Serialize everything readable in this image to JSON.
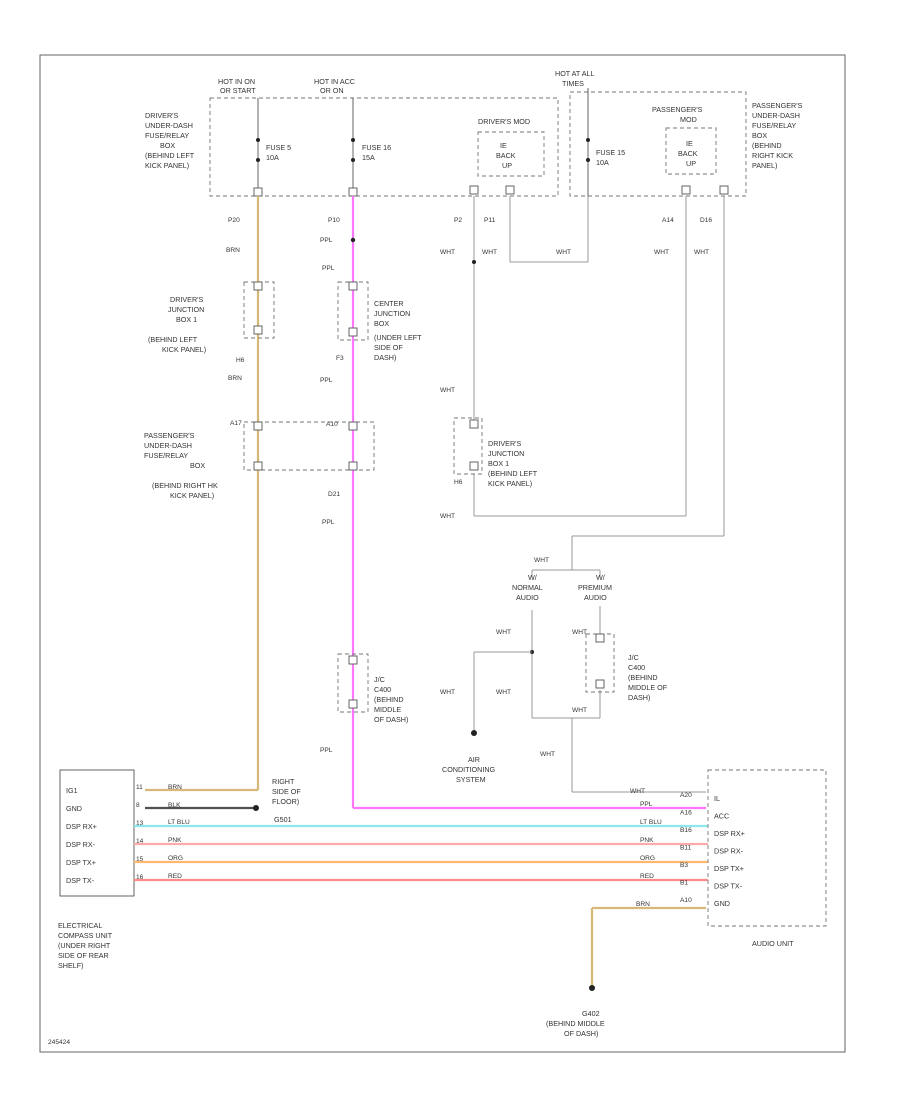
{
  "colors": {
    "brown": "#d8b878",
    "black": "#505050",
    "light_blue": "#8de8ee",
    "pink": "#ffaaaa",
    "orange": "#ffb870",
    "red": "#ff8c8c",
    "purple": "#ff77ff",
    "white_wire": "#9a9a9a"
  },
  "power": {
    "hot_run_start": [
      "HOT IN ON",
      "OR START"
    ],
    "hot_acc_run": [
      "HOT IN ACC",
      "OR ON"
    ],
    "hot_all_times": [
      "HOT AT ALL",
      "TIMES"
    ],
    "fuse5": [
      "FUSE 5",
      "10A"
    ],
    "fuse16": [
      "FUSE 16",
      "15A"
    ],
    "fuse15": [
      "FUSE 15",
      "10A"
    ]
  },
  "boxes": {
    "driver_fuse": [
      "DRIVER'S",
      "UNDER-DASH",
      "FUSE/RELAY",
      "BOX",
      "(BEHIND LEFT",
      "KICK PANEL)"
    ],
    "driver_mod": [
      "DRIVER'S MOD",
      "IE",
      "BACK",
      "UP"
    ],
    "pass_mod": [
      "PASSENGER'S",
      "MOD",
      "IE",
      "BACK",
      "UP"
    ],
    "pass_fuse_top": [
      "PASSENGER'S",
      "UNDER-DASH",
      "FUSE/RELAY",
      "BOX",
      "(BEHIND",
      "RIGHT KICK",
      "PANEL)"
    ],
    "driver_jb": [
      "DRIVER'S",
      "JUNCTION",
      "BOX 1",
      "(BEHIND LEFT",
      "KICK PANEL)"
    ],
    "center_jb": [
      "CENTER",
      "JUNCTION",
      "BOX",
      "(UNDER LEFT",
      "SIDE OF",
      "DASH)"
    ],
    "pass_fuse_mid": [
      "PASSENGER'S",
      "UNDER-DASH",
      "FUSE/RELAY",
      "BOX",
      "(BEHIND RIGHT HK",
      "KICK PANEL)"
    ],
    "driver_jb2": [
      "DRIVER'S",
      "JUNCTION",
      "BOX 1",
      "(BEHIND LEFT",
      "KICK PANEL)"
    ],
    "jc_left": [
      "J/C",
      "C400",
      "(BEHIND",
      "MIDDLE",
      "OF DASH)"
    ],
    "jc_right": [
      "J/C",
      "C400",
      "(BEHIND",
      "MIDDLE OF",
      "DASH)"
    ],
    "normal_audio": [
      "W/",
      "NORMAL",
      "AUDIO"
    ],
    "premium_audio": [
      "W/",
      "PREMIUM",
      "AUDIO"
    ],
    "ac_system": [
      "AIR",
      "CONDITIONING",
      "SYSTEM"
    ],
    "ground_right": [
      "RIGHT",
      "SIDE OF",
      "FLOOR)",
      "G501"
    ],
    "ground_bottom": [
      "G402",
      "(BEHIND MIDDLE",
      "OF DASH)"
    ]
  },
  "pins": {
    "p20": "P20",
    "p10": "P10",
    "p2": "P2",
    "p11": "P11",
    "a14": "A14",
    "d16": "D16",
    "h6": "H6",
    "f3": "F3",
    "a17": "A17",
    "a10": "A10",
    "d21": "D21",
    "h6b": "H6"
  },
  "wires": {
    "brn": "BRN",
    "ppl": "PPL",
    "wht": "WHT",
    "blk": "BLK",
    "lt_blu": "LT BLU",
    "pnk": "PNK",
    "org": "ORG",
    "red": "RED"
  },
  "ecu": {
    "pins": [
      "IG1",
      "GND",
      "DSP RX+",
      "DSP RX-",
      "DSP TX+",
      "DSP TX-"
    ],
    "pin_nums": [
      "11",
      "8",
      "13",
      "14",
      "15",
      "16"
    ],
    "title": [
      "ELECTRICAL",
      "COMPASS UNIT",
      "(UNDER RIGHT",
      "SIDE OF REAR",
      "SHELF)"
    ]
  },
  "audio": {
    "pins": [
      "IL",
      "ACC",
      "DSP RX+",
      "DSP RX-",
      "DSP TX+",
      "DSP TX-",
      "GND"
    ],
    "pin_nums": [
      "A20",
      "A16",
      "B16",
      "B11",
      "B3",
      "B1",
      "A10"
    ],
    "title": "AUDIO UNIT"
  },
  "code": "245424"
}
